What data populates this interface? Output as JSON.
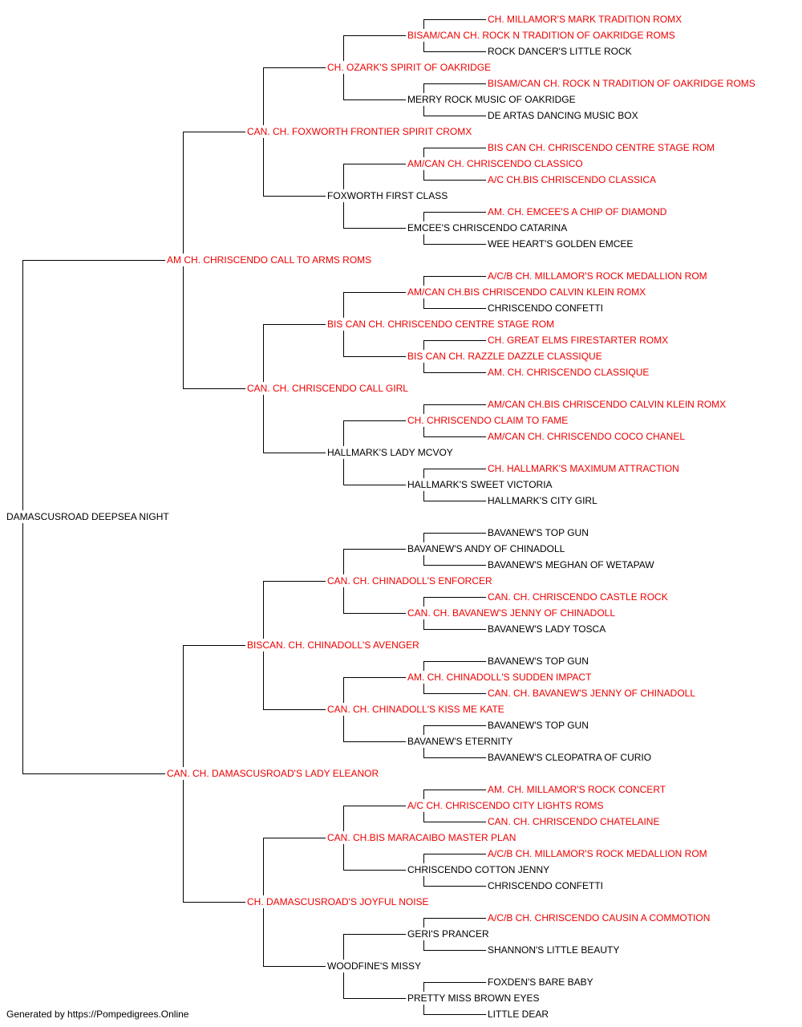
{
  "colors": {
    "champion": "#ee0000",
    "normal": "#000000",
    "line": "#000000"
  },
  "subject": {
    "name": "DAMASCUSROAD DEEPSEA NIGHT",
    "champion": false
  },
  "sire": {
    "name": "AM CH. CHRISCENDO CALL TO ARMS ROMS",
    "champion": true,
    "sire": {
      "name": "CAN. CH. FOXWORTH FRONTIER SPIRIT CROMX",
      "champion": true,
      "sire": {
        "name": "CH. OZARK'S SPIRIT OF OAKRIDGE",
        "champion": true,
        "sire": {
          "name": "BISAM/CAN CH. ROCK N TRADITION OF OAKRIDGE ROMS",
          "champion": true,
          "sire": {
            "name": "CH. MILLAMOR'S MARK TRADITION ROMX",
            "champion": true
          },
          "dam": {
            "name": "ROCK DANCER'S LITTLE ROCK",
            "champion": false
          }
        },
        "dam": {
          "name": "MERRY ROCK MUSIC OF OAKRIDGE",
          "champion": false,
          "sire": {
            "name": "BISAM/CAN CH. ROCK N TRADITION OF OAKRIDGE ROMS",
            "champion": true
          },
          "dam": {
            "name": "DE ARTAS DANCING MUSIC BOX",
            "champion": false
          }
        }
      },
      "dam": {
        "name": "FOXWORTH FIRST CLASS",
        "champion": false,
        "sire": {
          "name": "AM/CAN CH. CHRISCENDO CLASSICO",
          "champion": true,
          "sire": {
            "name": "BIS CAN CH. CHRISCENDO CENTRE STAGE ROM",
            "champion": true
          },
          "dam": {
            "name": "A/C CH.BIS CHRISCENDO CLASSICA",
            "champion": true
          }
        },
        "dam": {
          "name": "EMCEE'S CHRISCENDO CATARINA",
          "champion": false,
          "sire": {
            "name": "AM. CH. EMCEE'S A CHIP OF DIAMOND",
            "champion": true
          },
          "dam": {
            "name": "WEE HEART'S GOLDEN EMCEE",
            "champion": false
          }
        }
      }
    },
    "dam": {
      "name": "CAN. CH. CHRISCENDO CALL GIRL",
      "champion": true,
      "sire": {
        "name": "BIS CAN CH. CHRISCENDO CENTRE STAGE ROM",
        "champion": true,
        "sire": {
          "name": "AM/CAN CH.BIS CHRISCENDO CALVIN KLEIN ROMX",
          "champion": true,
          "sire": {
            "name": "A/C/B CH. MILLAMOR'S ROCK MEDALLION ROM",
            "champion": true
          },
          "dam": {
            "name": "CHRISCENDO CONFETTI",
            "champion": false
          }
        },
        "dam": {
          "name": "BIS CAN CH. RAZZLE DAZZLE CLASSIQUE",
          "champion": true,
          "sire": {
            "name": "CH. GREAT ELMS FIRESTARTER ROMX",
            "champion": true
          },
          "dam": {
            "name": "AM. CH. CHRISCENDO CLASSIQUE",
            "champion": true
          }
        }
      },
      "dam": {
        "name": "HALLMARK'S LADY MCVOY",
        "champion": false,
        "sire": {
          "name": "CH. CHRISCENDO CLAIM TO FAME",
          "champion": true,
          "sire": {
            "name": "AM/CAN CH.BIS CHRISCENDO CALVIN KLEIN ROMX",
            "champion": true
          },
          "dam": {
            "name": "AM/CAN CH. CHRISCENDO COCO CHANEL",
            "champion": true
          }
        },
        "dam": {
          "name": "HALLMARK'S SWEET VICTORIA",
          "champion": false,
          "sire": {
            "name": "CH. HALLMARK'S MAXIMUM ATTRACTION",
            "champion": true
          },
          "dam": {
            "name": "HALLMARK'S CITY GIRL",
            "champion": false
          }
        }
      }
    }
  },
  "dam": {
    "name": "CAN. CH. DAMASCUSROAD'S LADY ELEANOR",
    "champion": true,
    "sire": {
      "name": "BISCAN. CH. CHINADOLL'S AVENGER",
      "champion": true,
      "sire": {
        "name": "CAN. CH. CHINADOLL'S ENFORCER",
        "champion": true,
        "sire": {
          "name": "BAVANEW'S ANDY OF CHINADOLL",
          "champion": false,
          "sire": {
            "name": "BAVANEW'S TOP GUN",
            "champion": false
          },
          "dam": {
            "name": "BAVANEW'S MEGHAN OF WETAPAW",
            "champion": false
          }
        },
        "dam": {
          "name": "CAN. CH. BAVANEW'S JENNY OF CHINADOLL",
          "champion": true,
          "sire": {
            "name": "CAN. CH. CHRISCENDO CASTLE ROCK",
            "champion": true
          },
          "dam": {
            "name": "BAVANEW'S LADY TOSCA",
            "champion": false
          }
        }
      },
      "dam": {
        "name": "CAN. CH. CHINADOLL'S KISS ME KATE",
        "champion": true,
        "sire": {
          "name": "AM. CH. CHINADOLL'S SUDDEN IMPACT",
          "champion": true,
          "sire": {
            "name": "BAVANEW'S TOP GUN",
            "champion": false
          },
          "dam": {
            "name": "CAN. CH. BAVANEW'S JENNY OF CHINADOLL",
            "champion": true
          }
        },
        "dam": {
          "name": "BAVANEW'S ETERNITY",
          "champion": false,
          "sire": {
            "name": "BAVANEW'S TOP GUN",
            "champion": false
          },
          "dam": {
            "name": "BAVANEW'S CLEOPATRA OF CURIO",
            "champion": false
          }
        }
      }
    },
    "dam": {
      "name": "CH. DAMASCUSROAD'S JOYFUL NOISE",
      "champion": true,
      "sire": {
        "name": "CAN. CH.BIS MARACAIBO MASTER PLAN",
        "champion": true,
        "sire": {
          "name": "A/C CH. CHRISCENDO CITY LIGHTS ROMS",
          "champion": true,
          "sire": {
            "name": "AM. CH. MILLAMOR'S ROCK CONCERT",
            "champion": true
          },
          "dam": {
            "name": "CAN. CH. CHRISCENDO CHATELAINE",
            "champion": true
          }
        },
        "dam": {
          "name": "CHRISCENDO COTTON JENNY",
          "champion": false,
          "sire": {
            "name": "A/C/B CH. MILLAMOR'S ROCK MEDALLION ROM",
            "champion": true
          },
          "dam": {
            "name": "CHRISCENDO CONFETTI",
            "champion": false
          }
        }
      },
      "dam": {
        "name": "WOODFINE'S MISSY",
        "champion": false,
        "sire": {
          "name": "GERI'S PRANCER",
          "champion": false,
          "sire": {
            "name": "A/C/B CH. CHRISCENDO CAUSIN A COMMOTION",
            "champion": true
          },
          "dam": {
            "name": "SHANNON'S LITTLE BEAUTY",
            "champion": false
          }
        },
        "dam": {
          "name": "PRETTY MISS BROWN EYES",
          "champion": false,
          "sire": {
            "name": "FOXDEN'S BARE BABY",
            "champion": false
          },
          "dam": {
            "name": "LITTLE DEAR",
            "champion": false
          }
        }
      }
    }
  },
  "footer": {
    "text": "Generated by https://Pompedigrees.Online"
  }
}
